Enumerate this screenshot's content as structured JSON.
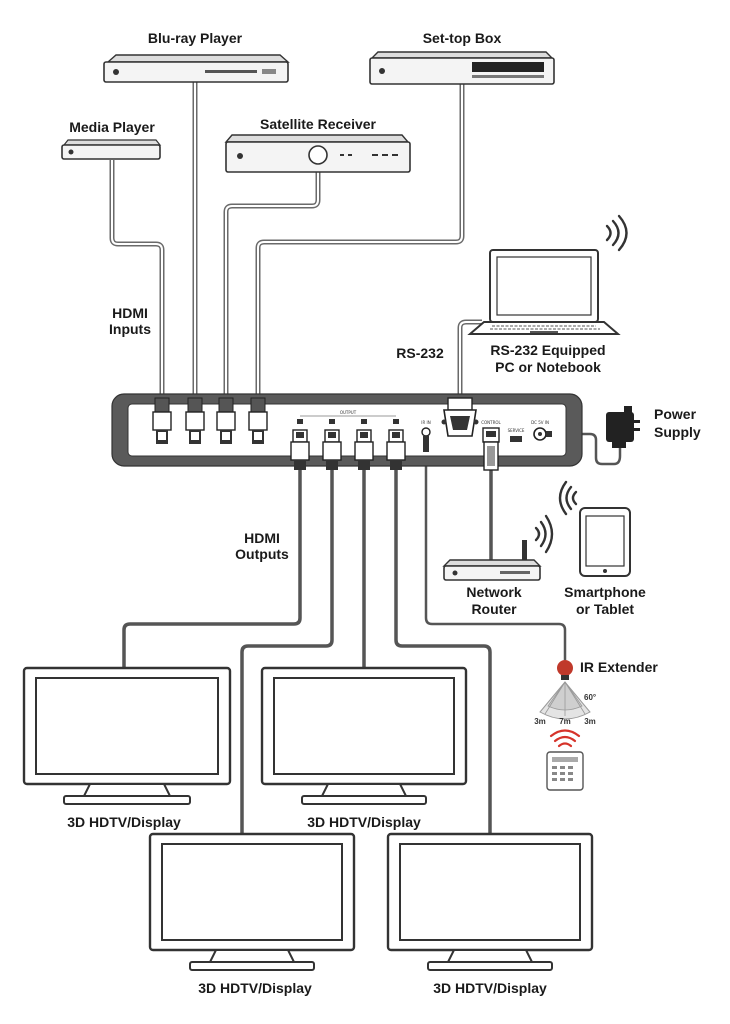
{
  "labels": {
    "bluray": "Blu-ray Player",
    "settop": "Set-top Box",
    "media": "Media Player",
    "satellite": "Satellite Receiver",
    "hdmi_inputs_1": "HDMI",
    "hdmi_inputs_2": "Inputs",
    "rs232": "RS-232",
    "pc_1": "RS-232 Equipped",
    "pc_2": "PC or Notebook",
    "power_1": "Power",
    "power_2": "Supply",
    "hdmi_outputs_1": "HDMI",
    "hdmi_outputs_2": "Outputs",
    "router_1": "Network",
    "router_2": "Router",
    "phone_1": "Smartphone",
    "phone_2": "or Tablet",
    "ir_extender": "IR Extender",
    "angle": "60°",
    "dist_left": "3m",
    "dist_mid": "7m",
    "dist_right": "3m",
    "tv_1": "3D HDTV/Display",
    "tv_2": "3D HDTV/Display",
    "tv_3": "3D HDTV/Display",
    "tv_4": "3D HDTV/Display"
  },
  "panel_labels": {
    "output": "OUTPUT",
    "ir_in": "IR IN",
    "control": "CONTROL",
    "service": "SERVICE",
    "dc_in": "DC 5V IN"
  },
  "colors": {
    "ir_sensor": "#c0392b",
    "remote_signal": "#d6332a",
    "unit_body": "#5a5a5a"
  }
}
